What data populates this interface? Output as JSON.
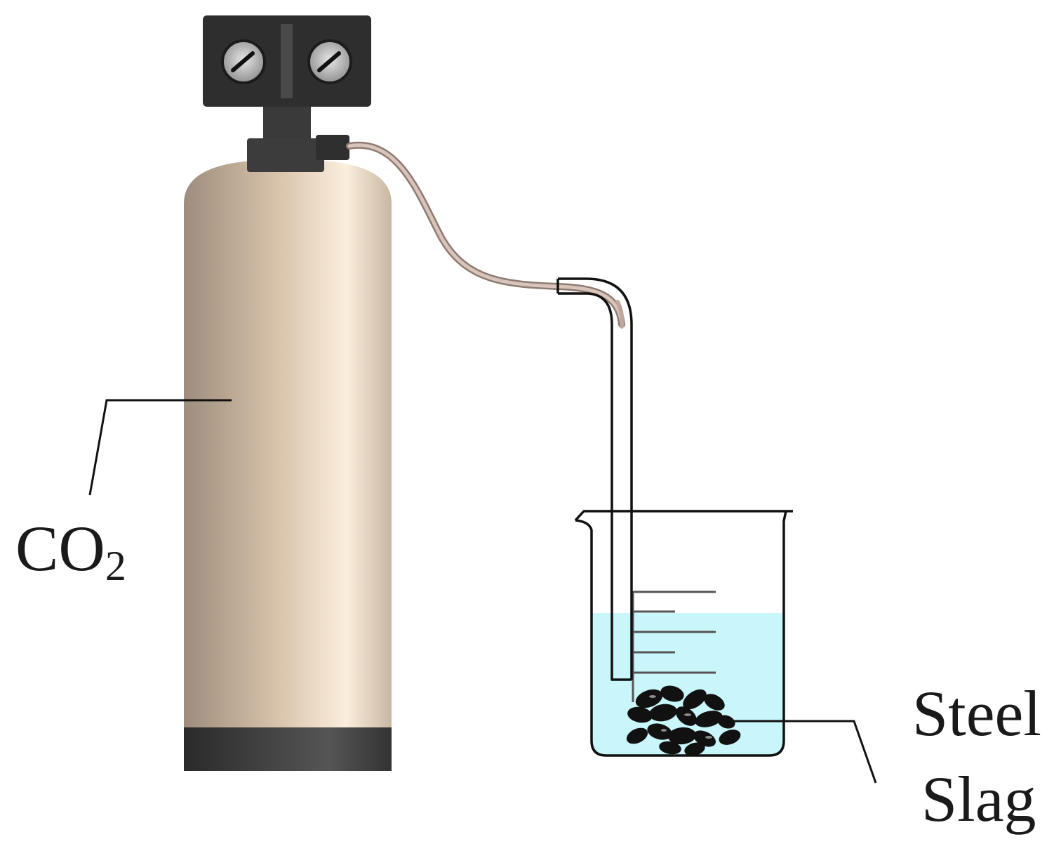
{
  "labels": {
    "gas_main": "CO",
    "gas_subscript": "2",
    "sample_line1": "Steel",
    "sample_line2": "Slag"
  },
  "colors": {
    "label_text": "#1a1a1a",
    "cylinder_light": "#fbeedd",
    "cylinder_dark": "#9d8d7d",
    "cylinder_base": "#3a3a3a",
    "regulator": "#2e2e2e",
    "hose": "#c4aaa0",
    "water": "#c9f6fa",
    "slag": "#111111",
    "outline": "#111111"
  },
  "icons": {
    "cylinder": "gas-cylinder-icon",
    "gauge": "pressure-gauge-icon",
    "beaker": "beaker-icon"
  }
}
